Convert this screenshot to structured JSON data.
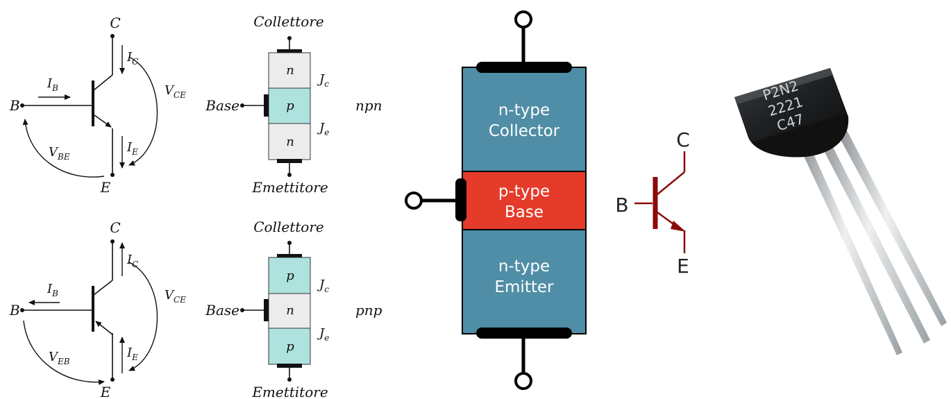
{
  "npn_symbol": {
    "C": "C",
    "B": "B",
    "E": "E",
    "IC_main": "I",
    "IC_sub": "C",
    "IB_main": "I",
    "IB_sub": "B",
    "IE_main": "I",
    "IE_sub": "E",
    "VCE_main": "V",
    "VCE_sub": "CE",
    "VBE_main": "V",
    "VBE_sub": "BE"
  },
  "npn_layers": {
    "top_label": "Collettore",
    "bottom_label": "Emettitore",
    "base_label": "Base",
    "layers": [
      "n",
      "p",
      "n"
    ],
    "jc_main": "J",
    "jc_sub": "c",
    "je_main": "J",
    "je_sub": "e",
    "type_label": "npn"
  },
  "pnp_symbol": {
    "C": "C",
    "B": "B",
    "E": "E",
    "IC_main": "I",
    "IC_sub": "C",
    "IB_main": "I",
    "IB_sub": "B",
    "IE_main": "I",
    "IE_sub": "E",
    "VCE_main": "V",
    "VCE_sub": "CE",
    "VEB_main": "V",
    "VEB_sub": "EB"
  },
  "pnp_layers": {
    "top_label": "Collettore",
    "bottom_label": "Emettitore",
    "base_label": "Base",
    "layers": [
      "p",
      "n",
      "p"
    ],
    "jc_main": "J",
    "jc_sub": "c",
    "je_main": "J",
    "je_sub": "e",
    "type_label": "pnp"
  },
  "big_diagram": {
    "collector_line1": "n-type",
    "collector_line2": "Collector",
    "base_line1": "p-type",
    "base_line2": "Base",
    "emitter_line1": "n-type",
    "emitter_line2": "Emitter",
    "colors": {
      "n_region": "#4f8ea6",
      "p_region": "#e53b2a",
      "contact": "#000000"
    }
  },
  "red_symbol": {
    "C": "C",
    "B": "B",
    "E": "E",
    "color": "#8b0a0a"
  },
  "photo": {
    "marking_line1": "P2N2",
    "marking_line2": "2221",
    "marking_line3": "C47"
  }
}
